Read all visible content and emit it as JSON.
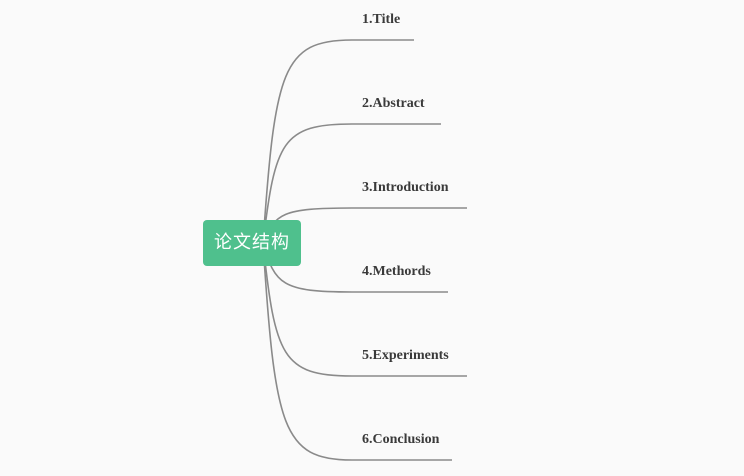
{
  "mindmap": {
    "root": {
      "label": "论文结构"
    },
    "branches": [
      {
        "label": "1.Title"
      },
      {
        "label": "2.Abstract"
      },
      {
        "label": "3.Introduction"
      },
      {
        "label": "4.Methords"
      },
      {
        "label": "5.Experiments"
      },
      {
        "label": "6.Conclusion"
      }
    ]
  }
}
